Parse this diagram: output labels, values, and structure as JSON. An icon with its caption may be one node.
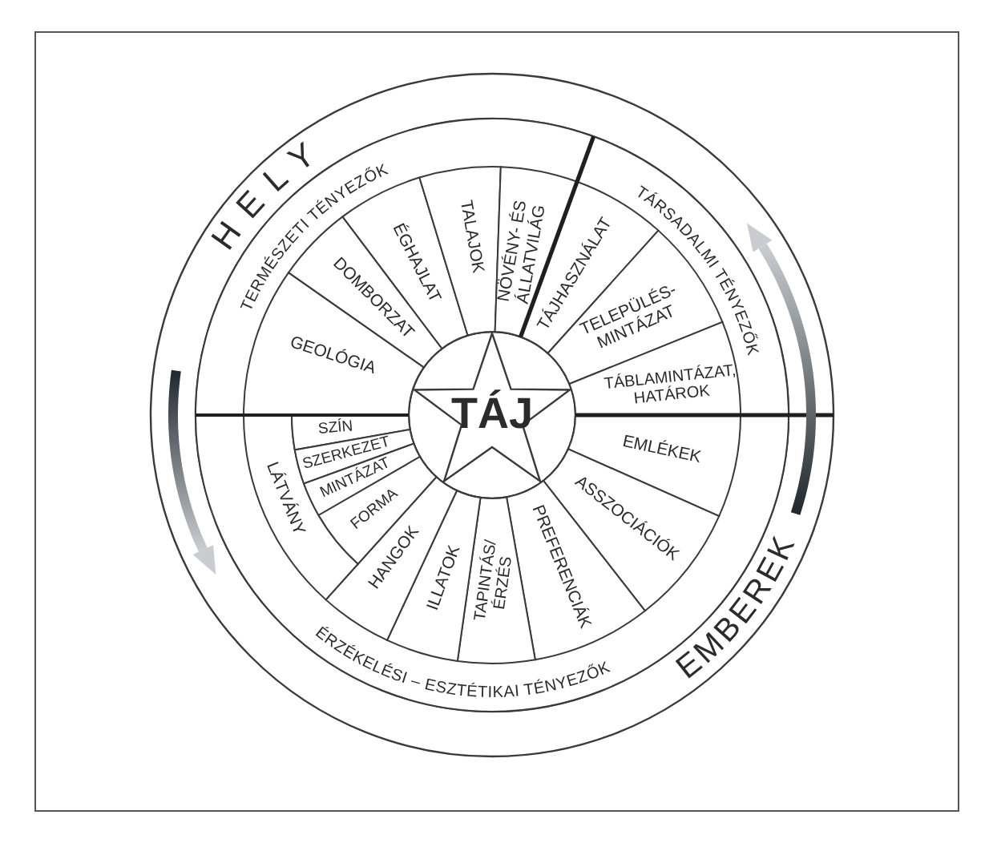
{
  "diagram": {
    "nodes": [
      {
        "text": [
          "TÁJ"
        ]
      },
      {
        "text": [
          "TERMÉSZETI TÉNYEZŐK"
        ]
      },
      {
        "text": [
          "GEOLÓGIA"
        ],
        "in": 1
      },
      {
        "text": [
          "DOMBORZAT"
        ],
        "in": 1
      },
      {
        "text": [
          "ÉGHAJLAT"
        ],
        "in": 1
      },
      {
        "text": [
          "TALAJOK"
        ],
        "in": 1
      },
      {
        "text": [
          "NÖVÉNY- ÉS ÁLLATVILÁG"
        ],
        "in": 1
      },
      {
        "text": [
          "TÁRSADALMI TÉNYEZŐK"
        ]
      },
      {
        "text": [
          "TÁJHASZNÁLAT"
        ],
        "in": 7
      },
      {
        "text": [
          "TELEPÜLÉS- MINTÁZAT"
        ],
        "in": 7
      },
      {
        "text": [
          "TÁBLAMINTÁZAT, HATÁROK"
        ],
        "in": 7
      },
      {
        "text": [
          "ÉRZÉKELÉSI – ESZTÉTIKAI TÉNYEZŐK"
        ]
      },
      {
        "text": [
          "EMLÉKEK"
        ],
        "in": 11
      },
      {
        "text": [
          "ASSZOCIÁCIÓK"
        ],
        "in": 11
      },
      {
        "text": [
          "PREFERENCIÁK"
        ],
        "in": 11
      },
      {
        "text": [
          "TAPINTÁS/ ÉRZÉS"
        ],
        "in": 11
      },
      {
        "text": [
          "ILLATOK"
        ],
        "in": 11
      },
      {
        "text": [
          "HANGOK"
        ],
        "in": 11
      },
      {
        "text": [
          "LÁTVÁNY"
        ],
        "in": 11
      },
      {
        "text": [
          "SZÍN"
        ],
        "in": 11
      },
      {
        "text": [
          "SZERKEZET"
        ],
        "in": 11
      },
      {
        "text": [
          "MINTÁZAT"
        ],
        "in": 11
      },
      {
        "text": [
          "FORMA"
        ],
        "in": 11
      }
    ],
    "labels": [
      "HELY",
      "EMBEREK"
    ]
  }
}
